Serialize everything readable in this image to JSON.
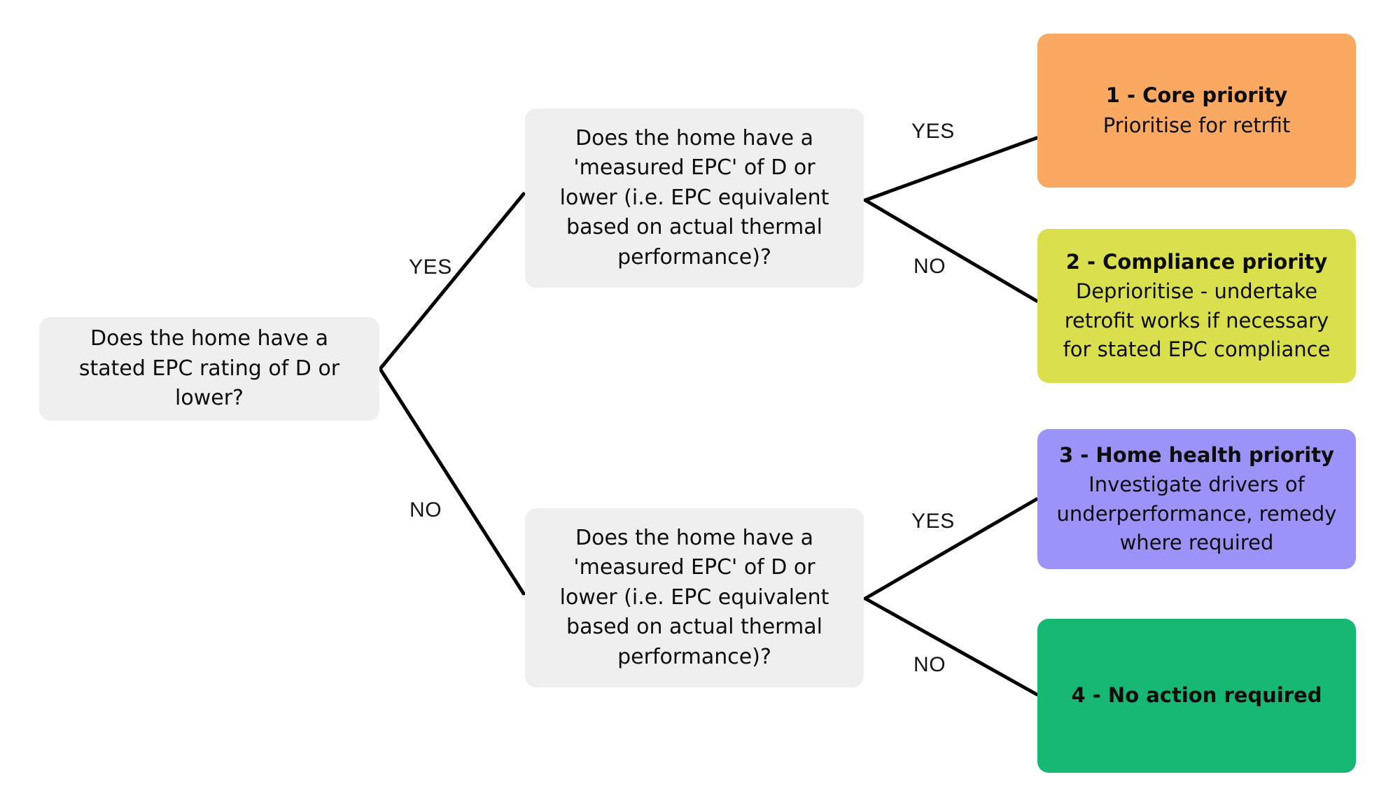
{
  "diagram": {
    "type": "decision-tree",
    "background": "#ffffff",
    "nodes": {
      "root": {
        "id": "root",
        "kind": "question",
        "fill": "#efefef",
        "lines": [
          "Does the home have a",
          "stated EPC rating of D or",
          "lower?"
        ]
      },
      "question_top": {
        "id": "question-top",
        "kind": "question",
        "fill": "#efefef",
        "lines": [
          "Does the home have a",
          "'measured EPC' of D or",
          "lower (i.e. EPC equivalent",
          "based on actual thermal",
          "performance)?"
        ]
      },
      "question_bottom": {
        "id": "question-bottom",
        "kind": "question",
        "fill": "#efefef",
        "lines": [
          "Does the home have a",
          "'measured EPC' of D or",
          "lower (i.e. EPC equivalent",
          "based on actual thermal",
          "performance)?"
        ]
      },
      "outcome_1": {
        "id": "outcome-1",
        "kind": "outcome",
        "fill": "#f9a961",
        "title": "1 - Core priority",
        "lines": [
          "Prioritise for retrfit"
        ]
      },
      "outcome_2": {
        "id": "outcome-2",
        "kind": "outcome",
        "fill": "#d9df4d",
        "title": "2 - Compliance priority",
        "lines": [
          "Deprioritise - undertake",
          "retrofit works if necessary",
          "for stated EPC compliance"
        ]
      },
      "outcome_3": {
        "id": "outcome-3",
        "kind": "outcome",
        "fill": "#9b93f7",
        "title": "3 - Home health priority",
        "lines": [
          "Investigate drivers of",
          "underperformance, remedy",
          "where required"
        ]
      },
      "outcome_4": {
        "id": "outcome-4",
        "kind": "outcome",
        "fill": "#16b874",
        "title": "4 - No action required",
        "lines": []
      }
    },
    "edges": [
      {
        "id": "root-yes",
        "from": "root",
        "to": "question-top",
        "label": "YES"
      },
      {
        "id": "root-no",
        "from": "root",
        "to": "question-bottom",
        "label": "NO"
      },
      {
        "id": "top-yes",
        "from": "question-top",
        "to": "outcome-1",
        "label": "YES"
      },
      {
        "id": "top-no",
        "from": "question-top",
        "to": "outcome-2",
        "label": "NO"
      },
      {
        "id": "bottom-yes",
        "from": "question-bottom",
        "to": "outcome-3",
        "label": "YES"
      },
      {
        "id": "bottom-no",
        "from": "question-bottom",
        "to": "outcome-4",
        "label": "NO"
      }
    ],
    "edge_color": "#000000"
  }
}
